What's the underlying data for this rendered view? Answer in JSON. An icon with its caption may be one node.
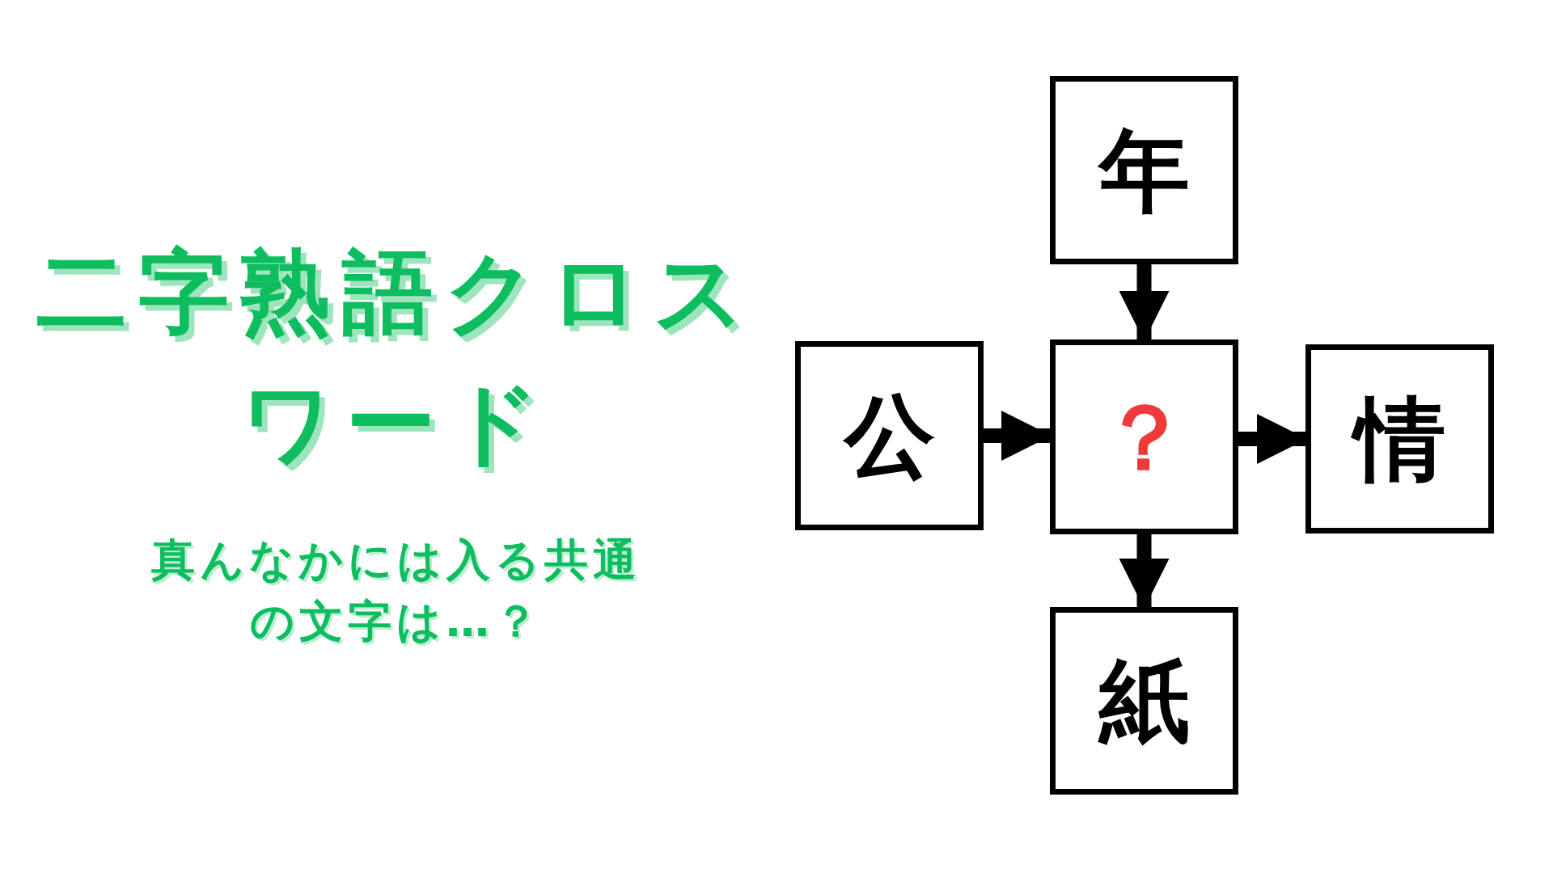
{
  "diagram": {
    "title": "二字熟語クロスワード",
    "nodes": [
      {
        "text": [
          "年"
        ]
      },
      {
        "text": [
          "公"
        ]
      },
      {
        "text": [
          "？"
        ]
      },
      {
        "text": [
          "情"
        ]
      },
      {
        "text": [
          "紙"
        ]
      }
    ],
    "edges": [
      {
        "from": 0,
        "to": 2,
        "arrow": "to"
      },
      {
        "from": 1,
        "to": 2,
        "arrow": "to"
      },
      {
        "from": 2,
        "to": 3,
        "arrow": "to"
      },
      {
        "from": 2,
        "to": 4,
        "arrow": "to"
      }
    ],
    "labels": [
      "真んなかには入る共通の文字は…？"
    ]
  }
}
